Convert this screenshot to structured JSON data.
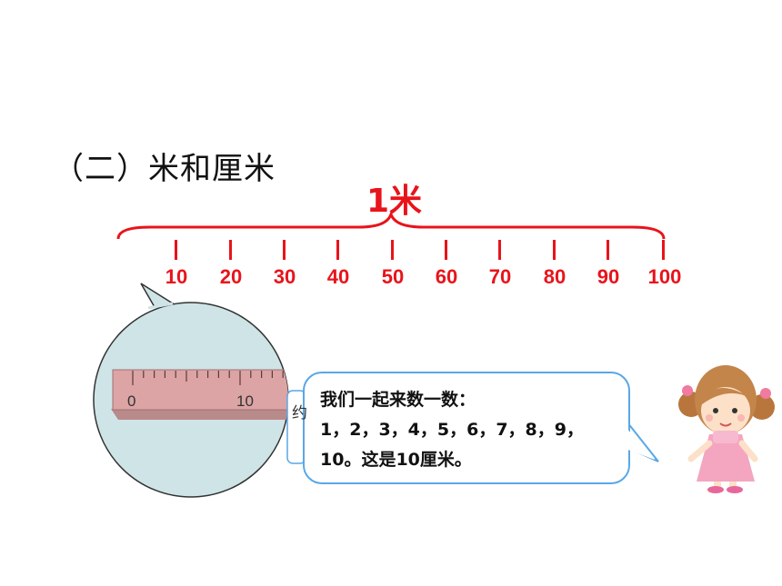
{
  "section_title": "（二）米和厘米",
  "meter_label": "1米",
  "scale_ticks": [
    "10",
    "20",
    "30",
    "40",
    "50",
    "60",
    "70",
    "80",
    "90",
    "100"
  ],
  "ruler": {
    "labels": [
      "0",
      "10"
    ]
  },
  "speech_bubble": {
    "line1": "我们一起来数一数：",
    "line2": "1，2，3，4，5，6，7，8，9，",
    "line3": "10。这是10厘米。"
  },
  "colors": {
    "accent_red": "#e8141b",
    "bubble_border": "#5aa7e6",
    "ruler_fill": "#dca4a4"
  }
}
